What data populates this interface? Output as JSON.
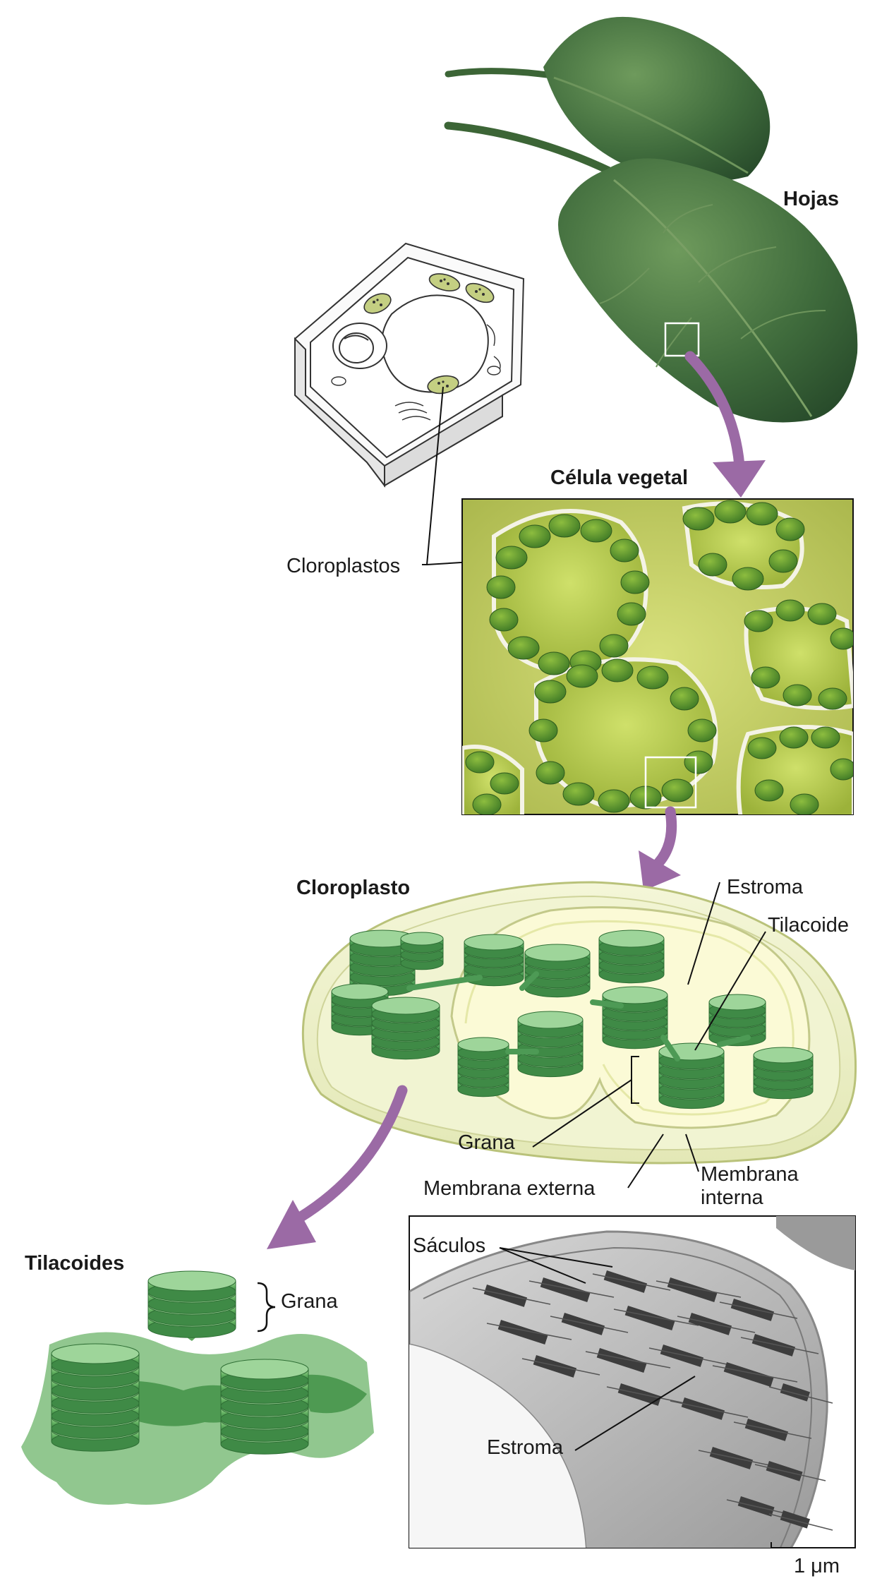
{
  "labels": {
    "leaves": "Hojas",
    "plant_cell": "Célula vegetal",
    "chloroplasts": "Cloroplastos",
    "chloroplast": "Cloroplasto",
    "stroma": "Estroma",
    "thylakoid": "Tilacoide",
    "grana": "Grana",
    "outer_membrane": "Membrana externa",
    "inner_membrane": "Membrana\ninterna",
    "thylakoids": "Tilacoides",
    "grana_2": "Grana",
    "sacs": "Sáculos",
    "stroma_2": "Estroma",
    "scale": "1 μm"
  },
  "colors": {
    "arrow": "#9b6aa5",
    "leaf_dark": "#2f5a31",
    "leaf_light": "#5f8f52",
    "chloroplast_green": "#5aa85f",
    "cell_bg": "#c8d56e",
    "tem_gray": "#bdbdbd"
  }
}
